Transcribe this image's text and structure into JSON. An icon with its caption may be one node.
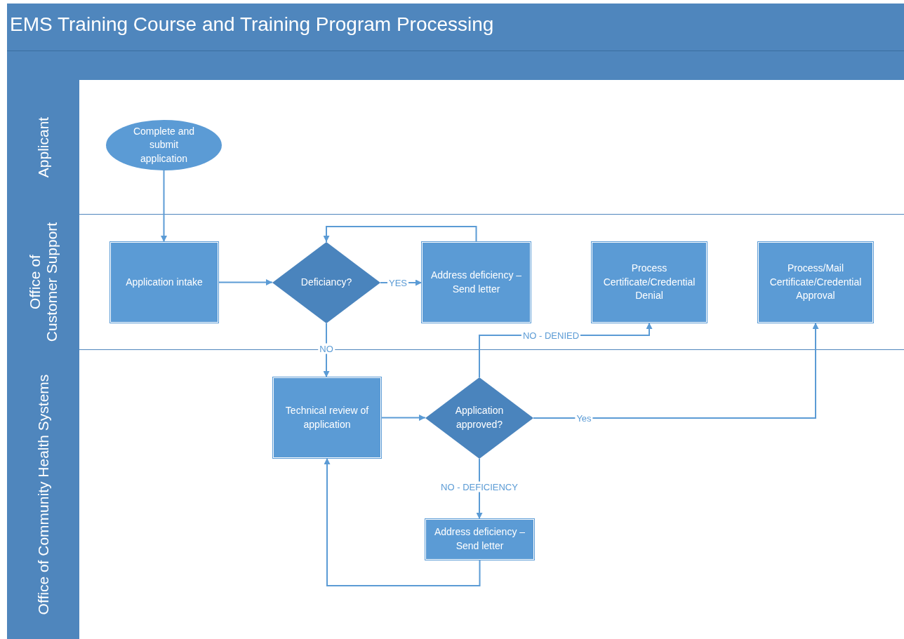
{
  "diagram": {
    "title": "EMS Training Course and Training Program Processing",
    "nodes": [
      {
        "text": [
          "Applicant"
        ]
      },
      {
        "text": [
          "Office of Customer Support"
        ]
      },
      {
        "text": [
          "Office of Community Health Systems"
        ]
      },
      {
        "text": [
          "Complete and submit application"
        ],
        "in": 0
      },
      {
        "text": [
          "Application intake"
        ],
        "in": 1
      },
      {
        "text": [
          "Deficiancy?"
        ],
        "in": 1
      },
      {
        "text": [
          "Address deficiency – Send letter"
        ],
        "in": 1
      },
      {
        "text": [
          "Process Certificate/Credential Denial"
        ],
        "in": 1
      },
      {
        "text": [
          "Process/Mail Certificate/Credential Approval"
        ],
        "in": 1
      },
      {
        "text": [
          "Technical review of application"
        ],
        "in": 2
      },
      {
        "text": [
          "Application approved?"
        ],
        "in": 2
      },
      {
        "text": [
          "Address deficiency – Send letter"
        ],
        "in": 2
      }
    ],
    "edges": [
      {
        "from": 3,
        "to": 4,
        "arrow": "to"
      },
      {
        "from": 4,
        "to": 5,
        "arrow": "to"
      },
      {
        "from": 5,
        "to": 6,
        "arrow": "to",
        "label": "YES"
      },
      {
        "from": 6,
        "to": 5,
        "arrow": "to"
      },
      {
        "from": 5,
        "to": 9,
        "arrow": "to",
        "label": "NO"
      },
      {
        "from": 9,
        "to": 10,
        "arrow": "to"
      },
      {
        "from": 10,
        "to": 7,
        "arrow": "to",
        "label": "NO - DENIED"
      },
      {
        "from": 10,
        "to": 8,
        "arrow": "to",
        "label": "Yes"
      },
      {
        "from": 10,
        "to": 11,
        "arrow": "to",
        "label": "NO - DEFICIENCY"
      },
      {
        "from": 11,
        "to": 9,
        "arrow": "to"
      }
    ]
  }
}
